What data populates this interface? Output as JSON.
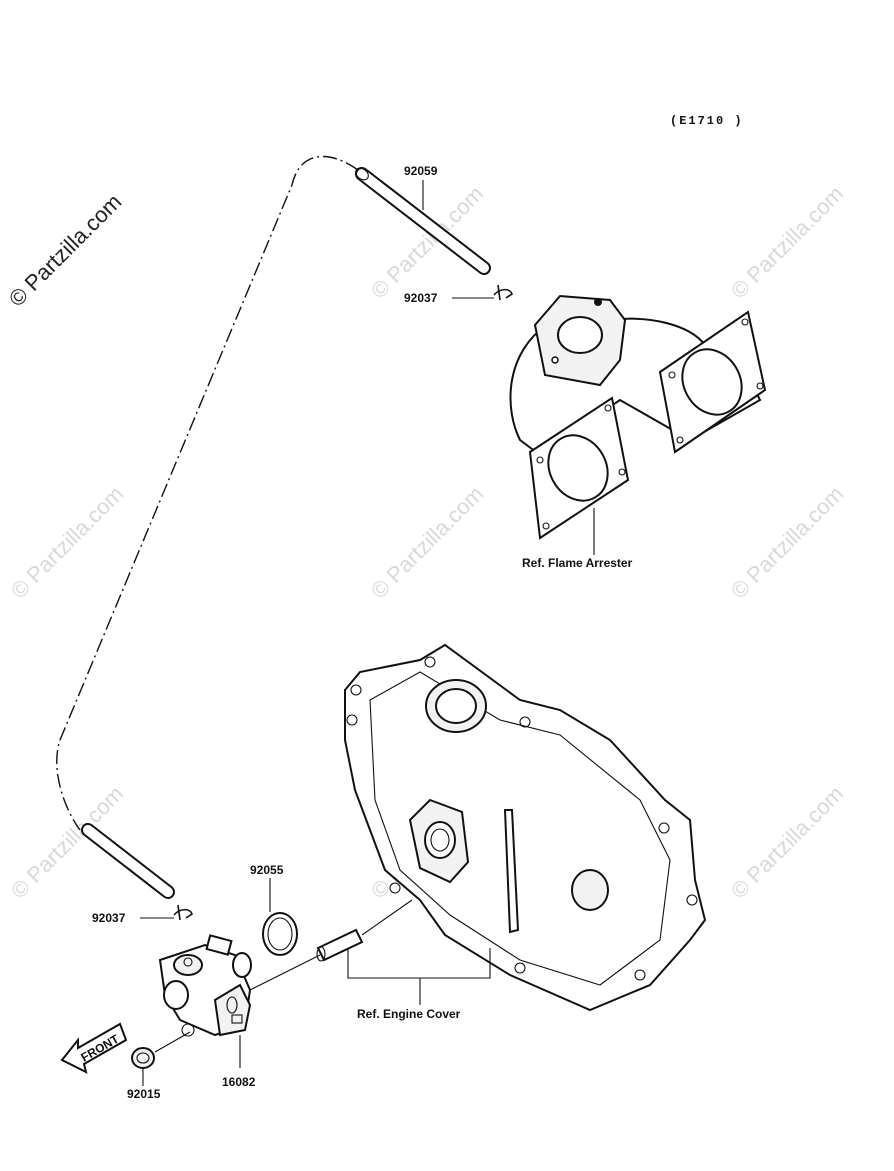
{
  "diagram_code": "(E1710 )",
  "watermark": "© Partzilla.com",
  "parts": {
    "hose_upper": "92059",
    "clamp_upper": "92037",
    "clamp_lower": "92037",
    "o_ring": "92055",
    "fitting": "92015",
    "valve": "16082"
  },
  "references": {
    "flame_arrester": "Ref. Flame Arrester",
    "engine_cover": "Ref. Engine Cover"
  },
  "front_arrow": "FRONT"
}
